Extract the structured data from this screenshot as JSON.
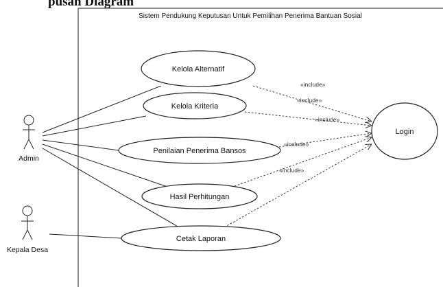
{
  "partial_heading": "pusan Diagram",
  "system": {
    "title": "Sistem Pendukung Keputusan Untuk Pemilihan Penerima Bantuan Sosial"
  },
  "actors": {
    "admin": "Admin",
    "kepala_desa": "Kepala Desa"
  },
  "use_cases": {
    "kelola_alternatif": "Kelola Alternatif",
    "kelola_kriteria": "Kelola Kriteria",
    "penilaian": "Penilaian Penerima Bansos",
    "hasil": "Hasil Perhitungan",
    "cetak": "Cetak Laporan",
    "login": "Login"
  },
  "relations": {
    "include_1": "«include»",
    "include_2": "«include»",
    "include_3": "«include»",
    "include_4": "«include»",
    "include_5": "«include»"
  }
}
